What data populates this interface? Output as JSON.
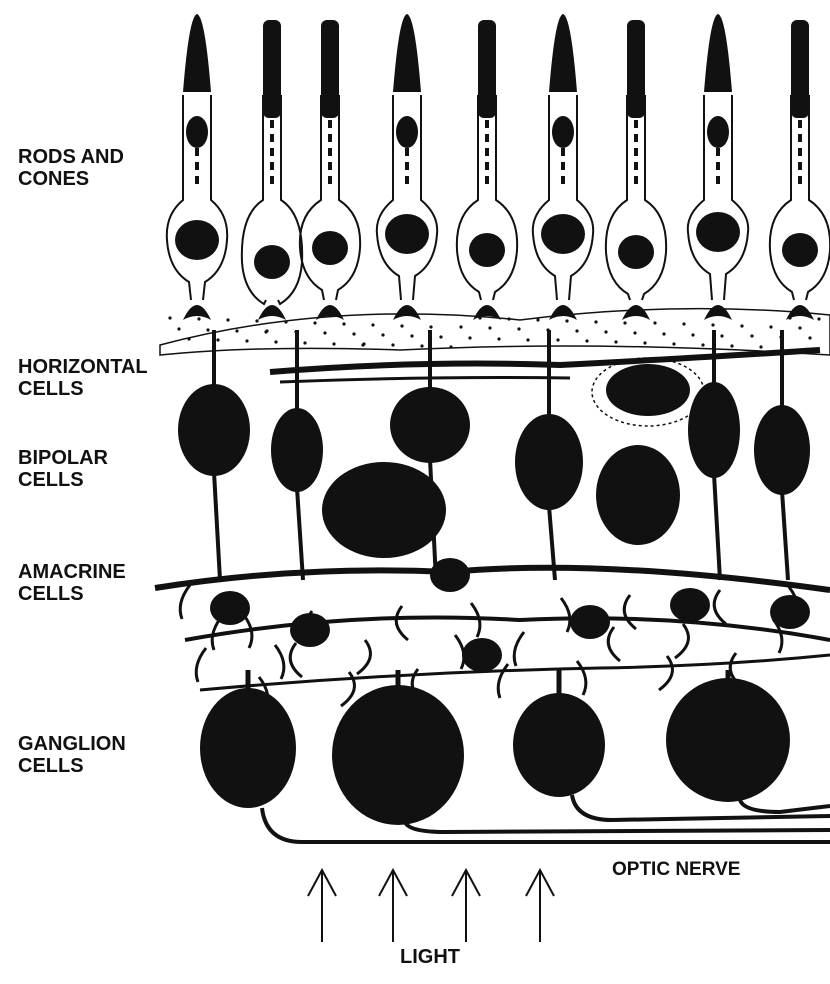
{
  "labels": {
    "rods_and_cones": "RODS AND\nCONES",
    "horizontal_cells": "HORIZONTAL\nCELLS",
    "bipolar_cells": "BIPOLAR\nCELLS",
    "amacrine_cells": "AMACRINE\nCELLS",
    "ganglion_cells": "GANGLION\nCELLS",
    "optic_nerve": "OPTIC NERVE",
    "light": "LIGHT"
  },
  "colors": {
    "ink": "#111111",
    "paper": "#ffffff"
  }
}
